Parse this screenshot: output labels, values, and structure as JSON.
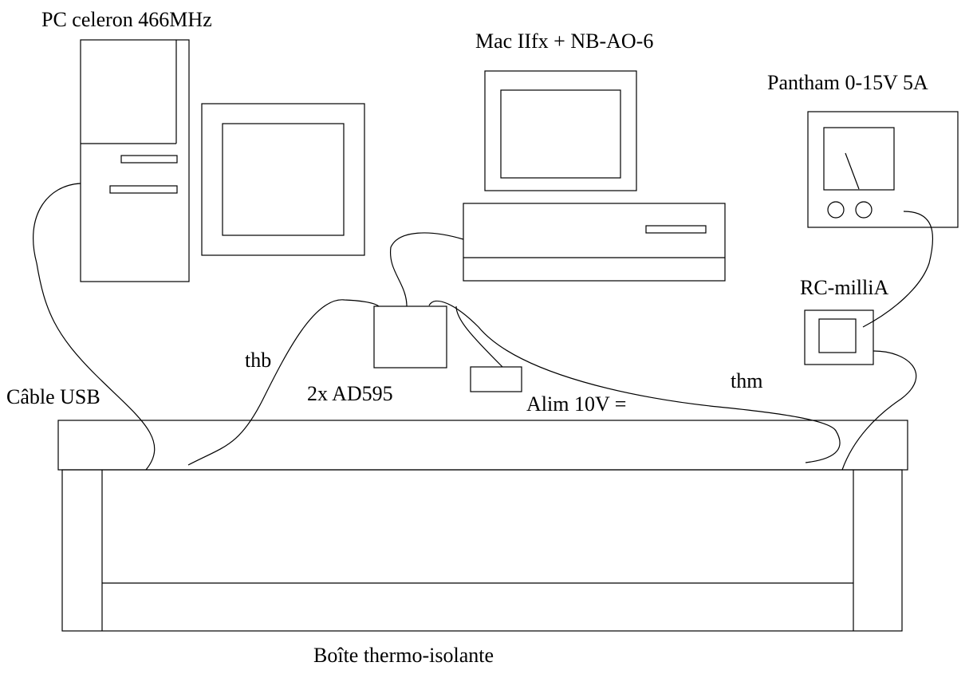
{
  "labels": {
    "pc": "PC celeron 466MHz",
    "mac": "Mac IIfx  +  NB-AO-6",
    "psu": "Pantham 0-15V 5A",
    "rc": "RC-milliA",
    "thb": "thb",
    "ad595": "2x AD595",
    "alim": "Alim 10V =",
    "thm": "thm",
    "usb": "Câble USB",
    "box": "Boîte thermo-isolante"
  },
  "colors": {
    "line": "#000000",
    "background": "#ffffff"
  }
}
